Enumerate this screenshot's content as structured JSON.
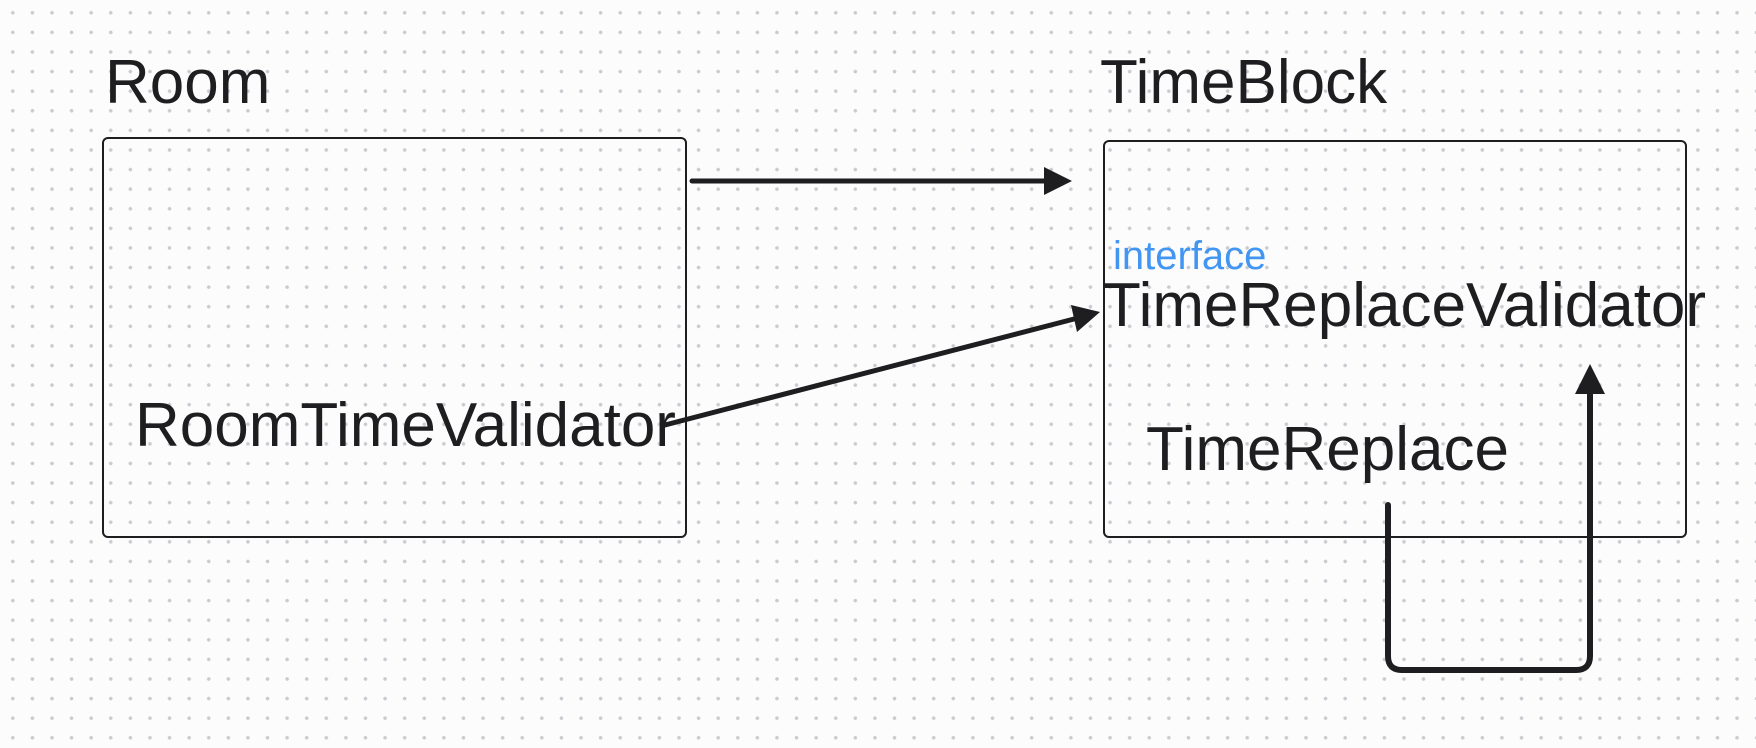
{
  "canvas": {
    "background_color": "#fcfcfd",
    "dot_grid_color": "#c8ccd0",
    "stroke_color": "#1e1e20",
    "accent_blue": "#4296f2"
  },
  "nodes": {
    "room": {
      "title": "Room",
      "member": "RoomTimeValidator"
    },
    "timeblock": {
      "title": "TimeBlock",
      "stereotype": "interface",
      "interface_name": "TimeReplaceValidator",
      "member": "TimeReplace"
    }
  },
  "arrows": [
    {
      "name": "room-to-timeblock",
      "from": "Room",
      "to": "TimeBlock",
      "style": "straight-horizontal"
    },
    {
      "name": "roomtimevalidator-to-timereplacevalidator",
      "from": "RoomTimeValidator",
      "to": "TimeReplaceValidator",
      "style": "straight-diagonal"
    },
    {
      "name": "timereplace-to-timereplacevalidator",
      "from": "TimeReplace",
      "to": "TimeReplaceValidator",
      "style": "self-loop-up"
    }
  ]
}
